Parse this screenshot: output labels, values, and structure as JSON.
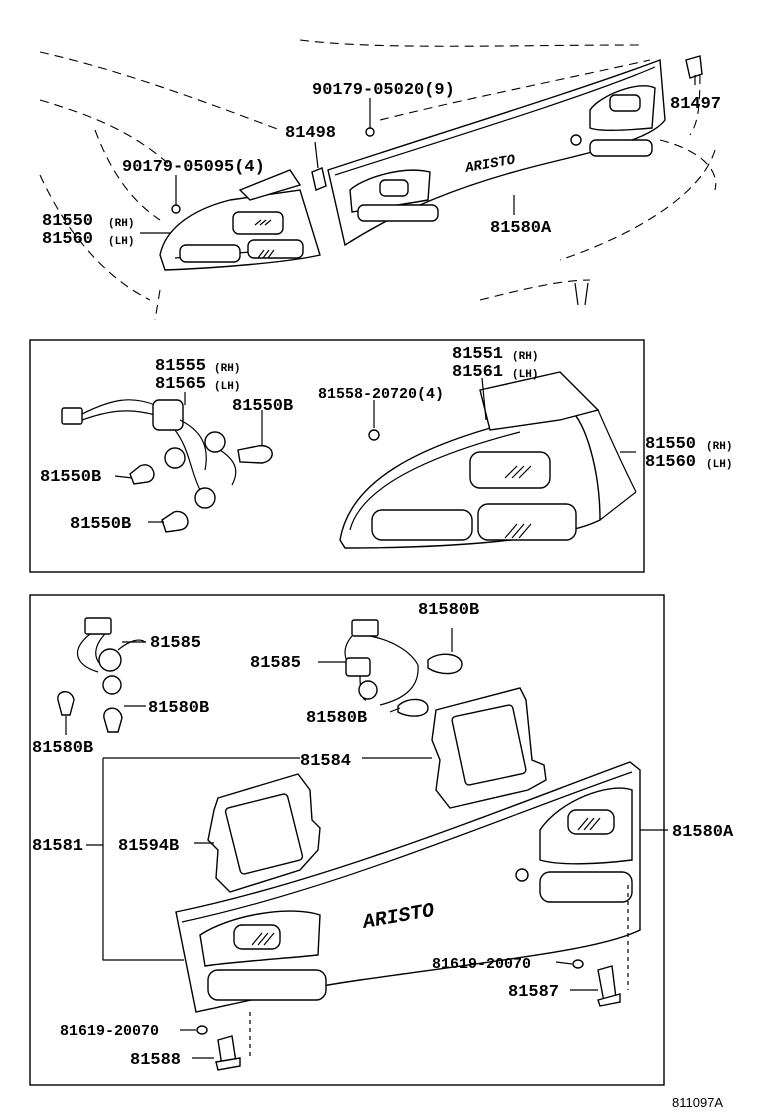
{
  "diagram_id": "811097A",
  "top": {
    "bolt_top": "90179-05020(9)",
    "clip_right": "81497",
    "bracket": "81498",
    "bolt_left": "90179-05095(4)",
    "lamp_rh": "81550",
    "lamp_lh": "81560",
    "garnish": "81580A",
    "badge": "ARISTO"
  },
  "middle": {
    "socket_rh": "81555",
    "socket_lh": "81565",
    "bulb_a": "81550B",
    "bulb_b": "81550B",
    "bulb_c": "81550B",
    "nut": "81558-20720(4)",
    "lens_rh": "81551",
    "lens_lh": "81561",
    "assy_rh": "81550",
    "assy_lh": "81560"
  },
  "bottom": {
    "wire_left": "81585",
    "wire_mid": "81585",
    "bulb_top_right": "81580B",
    "bulb_left": "81580B",
    "bulb_left2": "81580B",
    "bulb_mid": "81580B",
    "gasket": "81584",
    "lens_garnish": "81581",
    "gasket_b": "81594B",
    "garnish_assy": "81580A",
    "screw_right": "81619-20070",
    "bracket_right": "81587",
    "screw_left": "81619-20070",
    "bracket_left": "81588",
    "badge": "ARISTO"
  },
  "side": {
    "rh": "RH",
    "lh": "LH"
  }
}
